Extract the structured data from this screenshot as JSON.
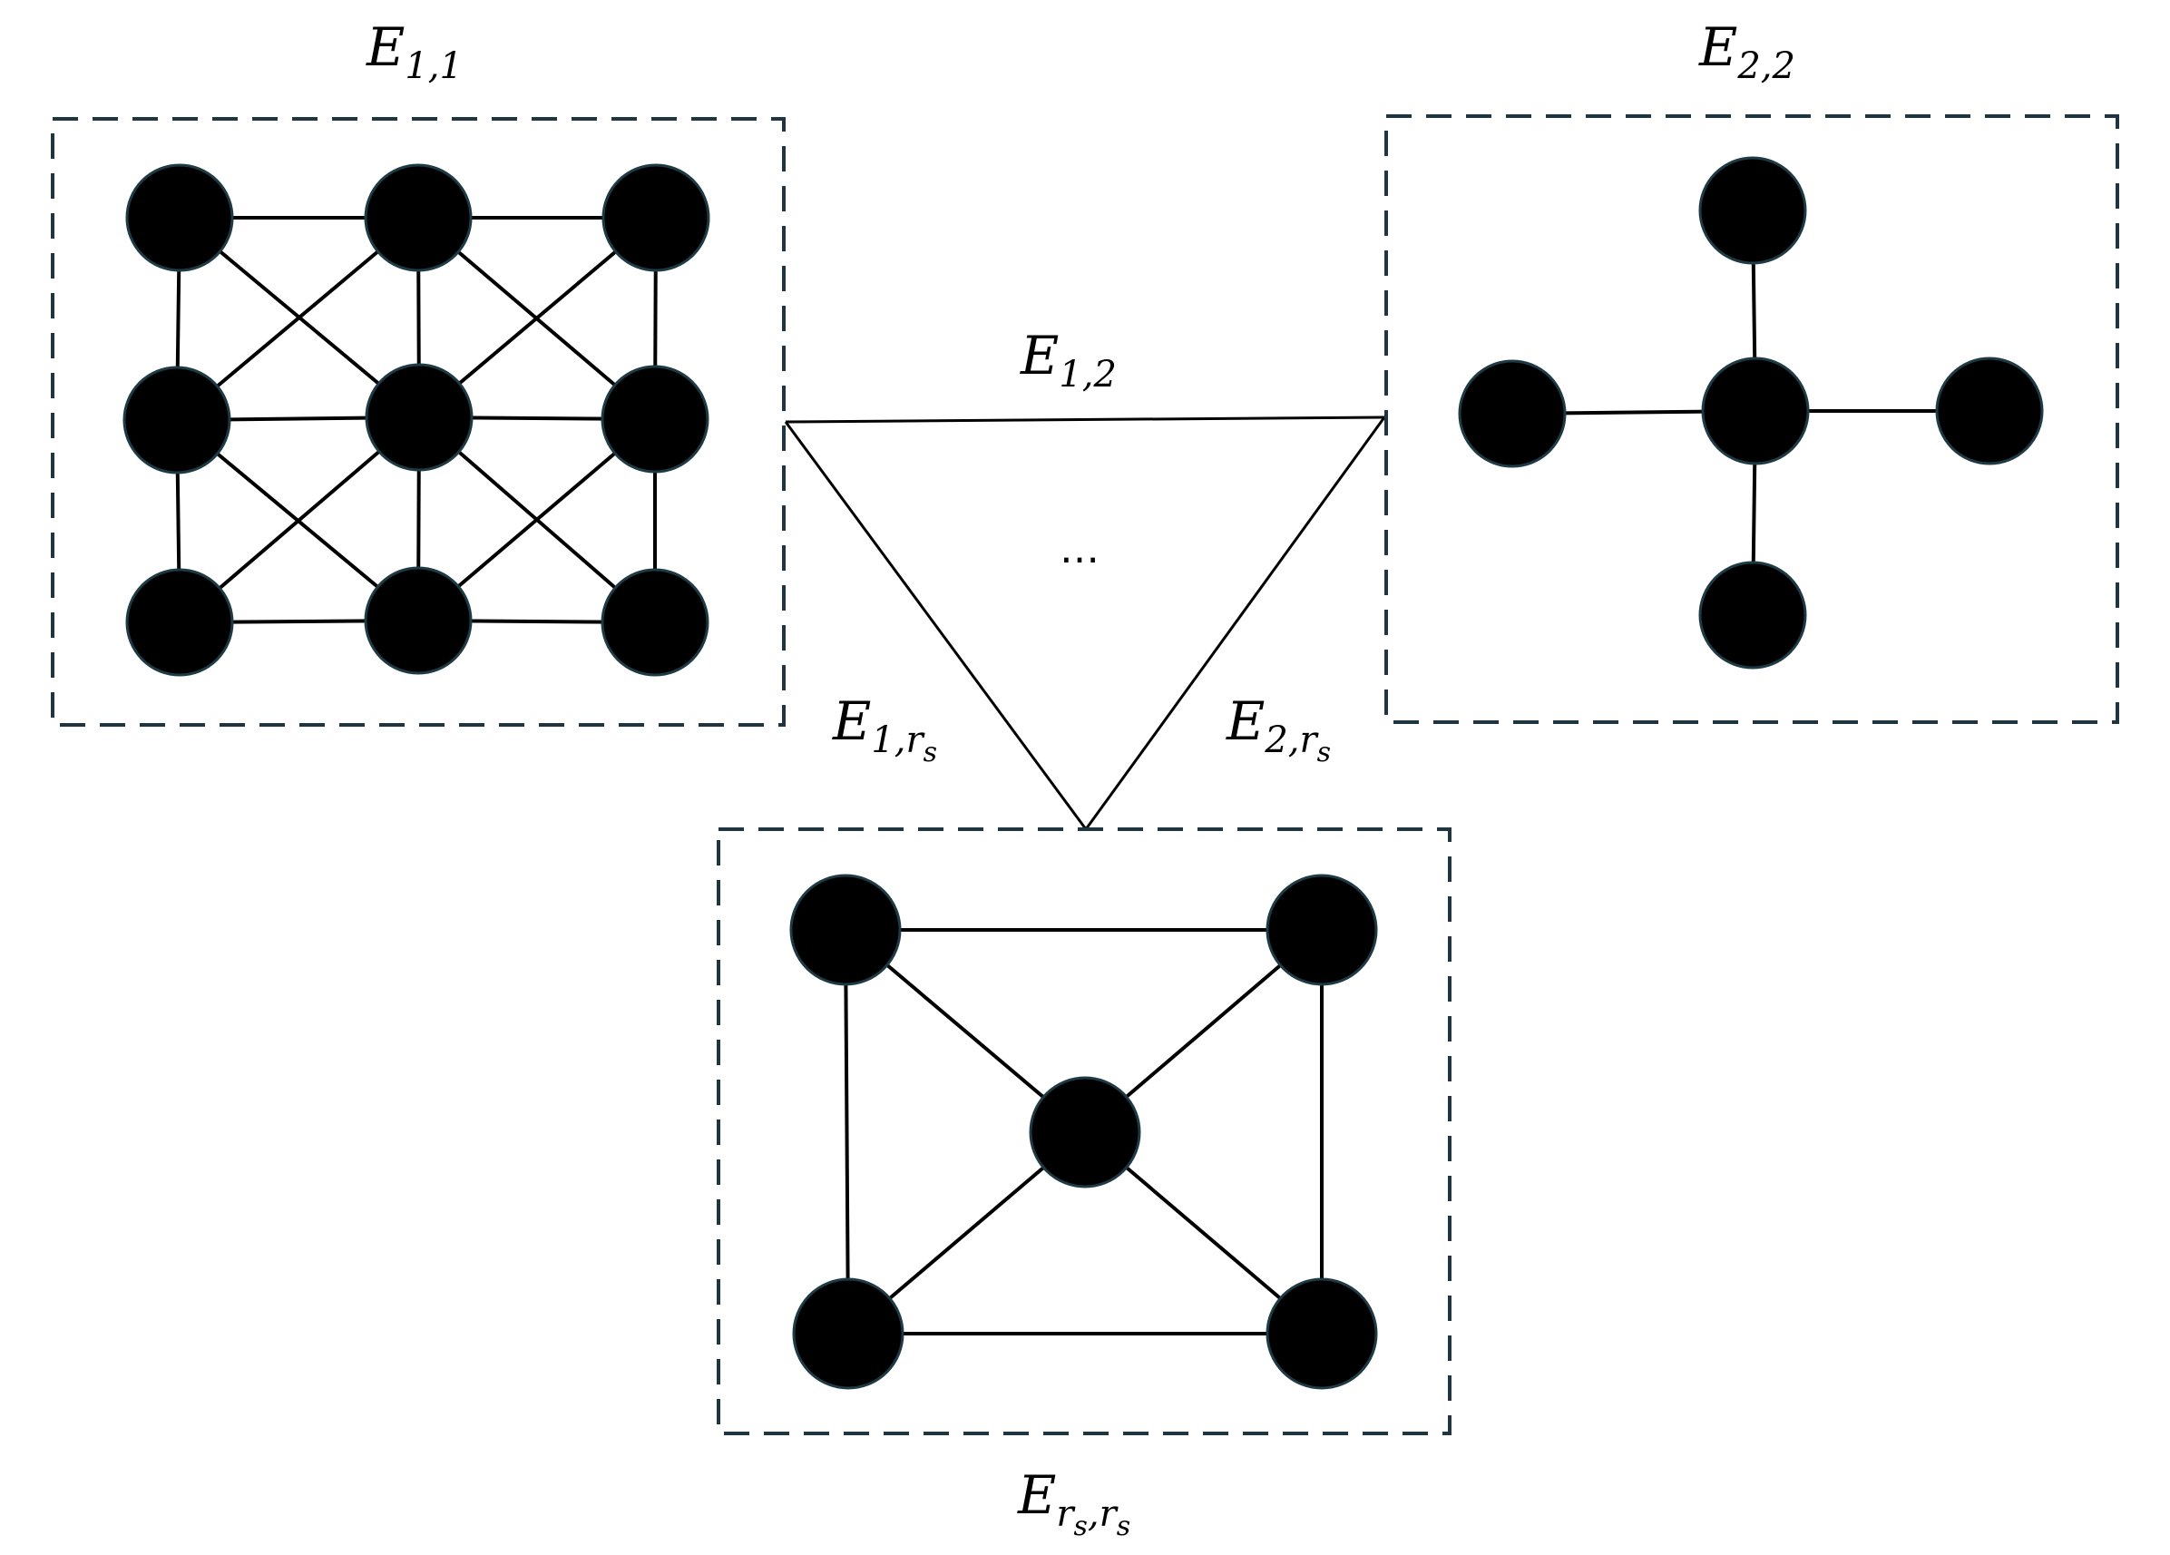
{
  "labels": {
    "e11": {
      "main": "E",
      "sub": "1,1"
    },
    "e22": {
      "main": "E",
      "sub": "2,2"
    },
    "e12": {
      "main": "E",
      "sub": "1,2"
    },
    "e1rs": {
      "main": "E",
      "sub": "1,r",
      "subsub": "s"
    },
    "e2rs": {
      "main": "E",
      "sub": "2,r",
      "subsub": "s"
    },
    "ersrs": {
      "main": "E",
      "sub_a": "r",
      "subsub_a": "s",
      "sub_b": ",r",
      "subsub_b": "s"
    },
    "ellipsis": "…"
  },
  "colors": {
    "node_fill": "#000000",
    "node_outline": "#1e3a44",
    "frame_stroke": "#1f3540",
    "edge_stroke": "#000000"
  },
  "groups": [
    {
      "id": "E11",
      "structure": "3x3 grid with diagonals",
      "node_count": 9
    },
    {
      "id": "E22",
      "structure": "star",
      "node_count": 5
    },
    {
      "id": "Ersrs",
      "structure": "square with center hub",
      "node_count": 5
    }
  ]
}
